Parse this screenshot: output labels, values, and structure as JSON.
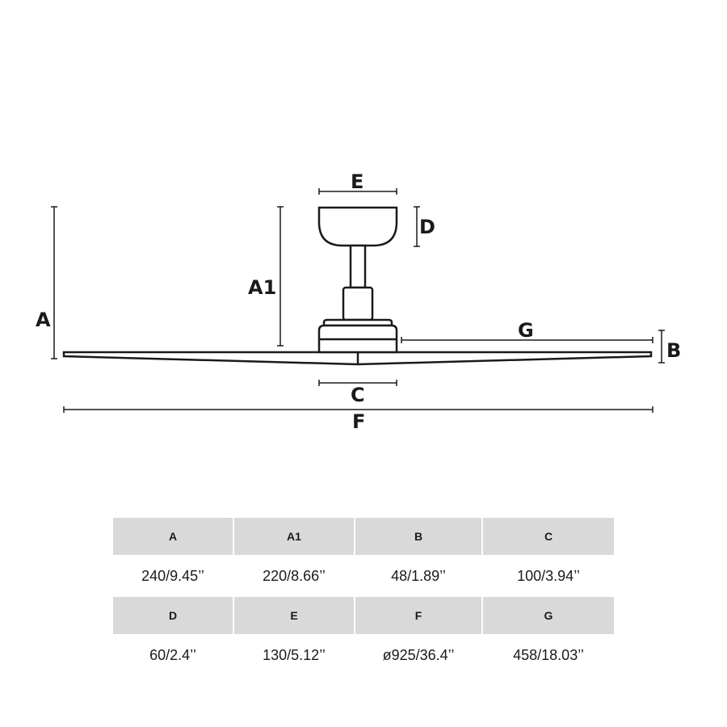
{
  "diagram": {
    "title": "Ceiling fan dimension diagram",
    "labels": {
      "A": "A",
      "A1": "A1",
      "B": "B",
      "C": "C",
      "D": "D",
      "E": "E",
      "F": "F",
      "G": "G"
    },
    "line_color": "#1a1a1a"
  },
  "table": {
    "header_bg": "#d9d9d9",
    "rows": [
      {
        "headers": [
          "A",
          "A1",
          "B",
          "C"
        ],
        "values": [
          "240/9.45’’",
          "220/8.66’’",
          "48/1.89’’",
          "100/3.94’’"
        ]
      },
      {
        "headers": [
          "D",
          "E",
          "F",
          "G"
        ],
        "values": [
          "60/2.4’’",
          "130/5.12’’",
          "ø925/36.4’’",
          "458/18.03’’"
        ]
      }
    ]
  }
}
